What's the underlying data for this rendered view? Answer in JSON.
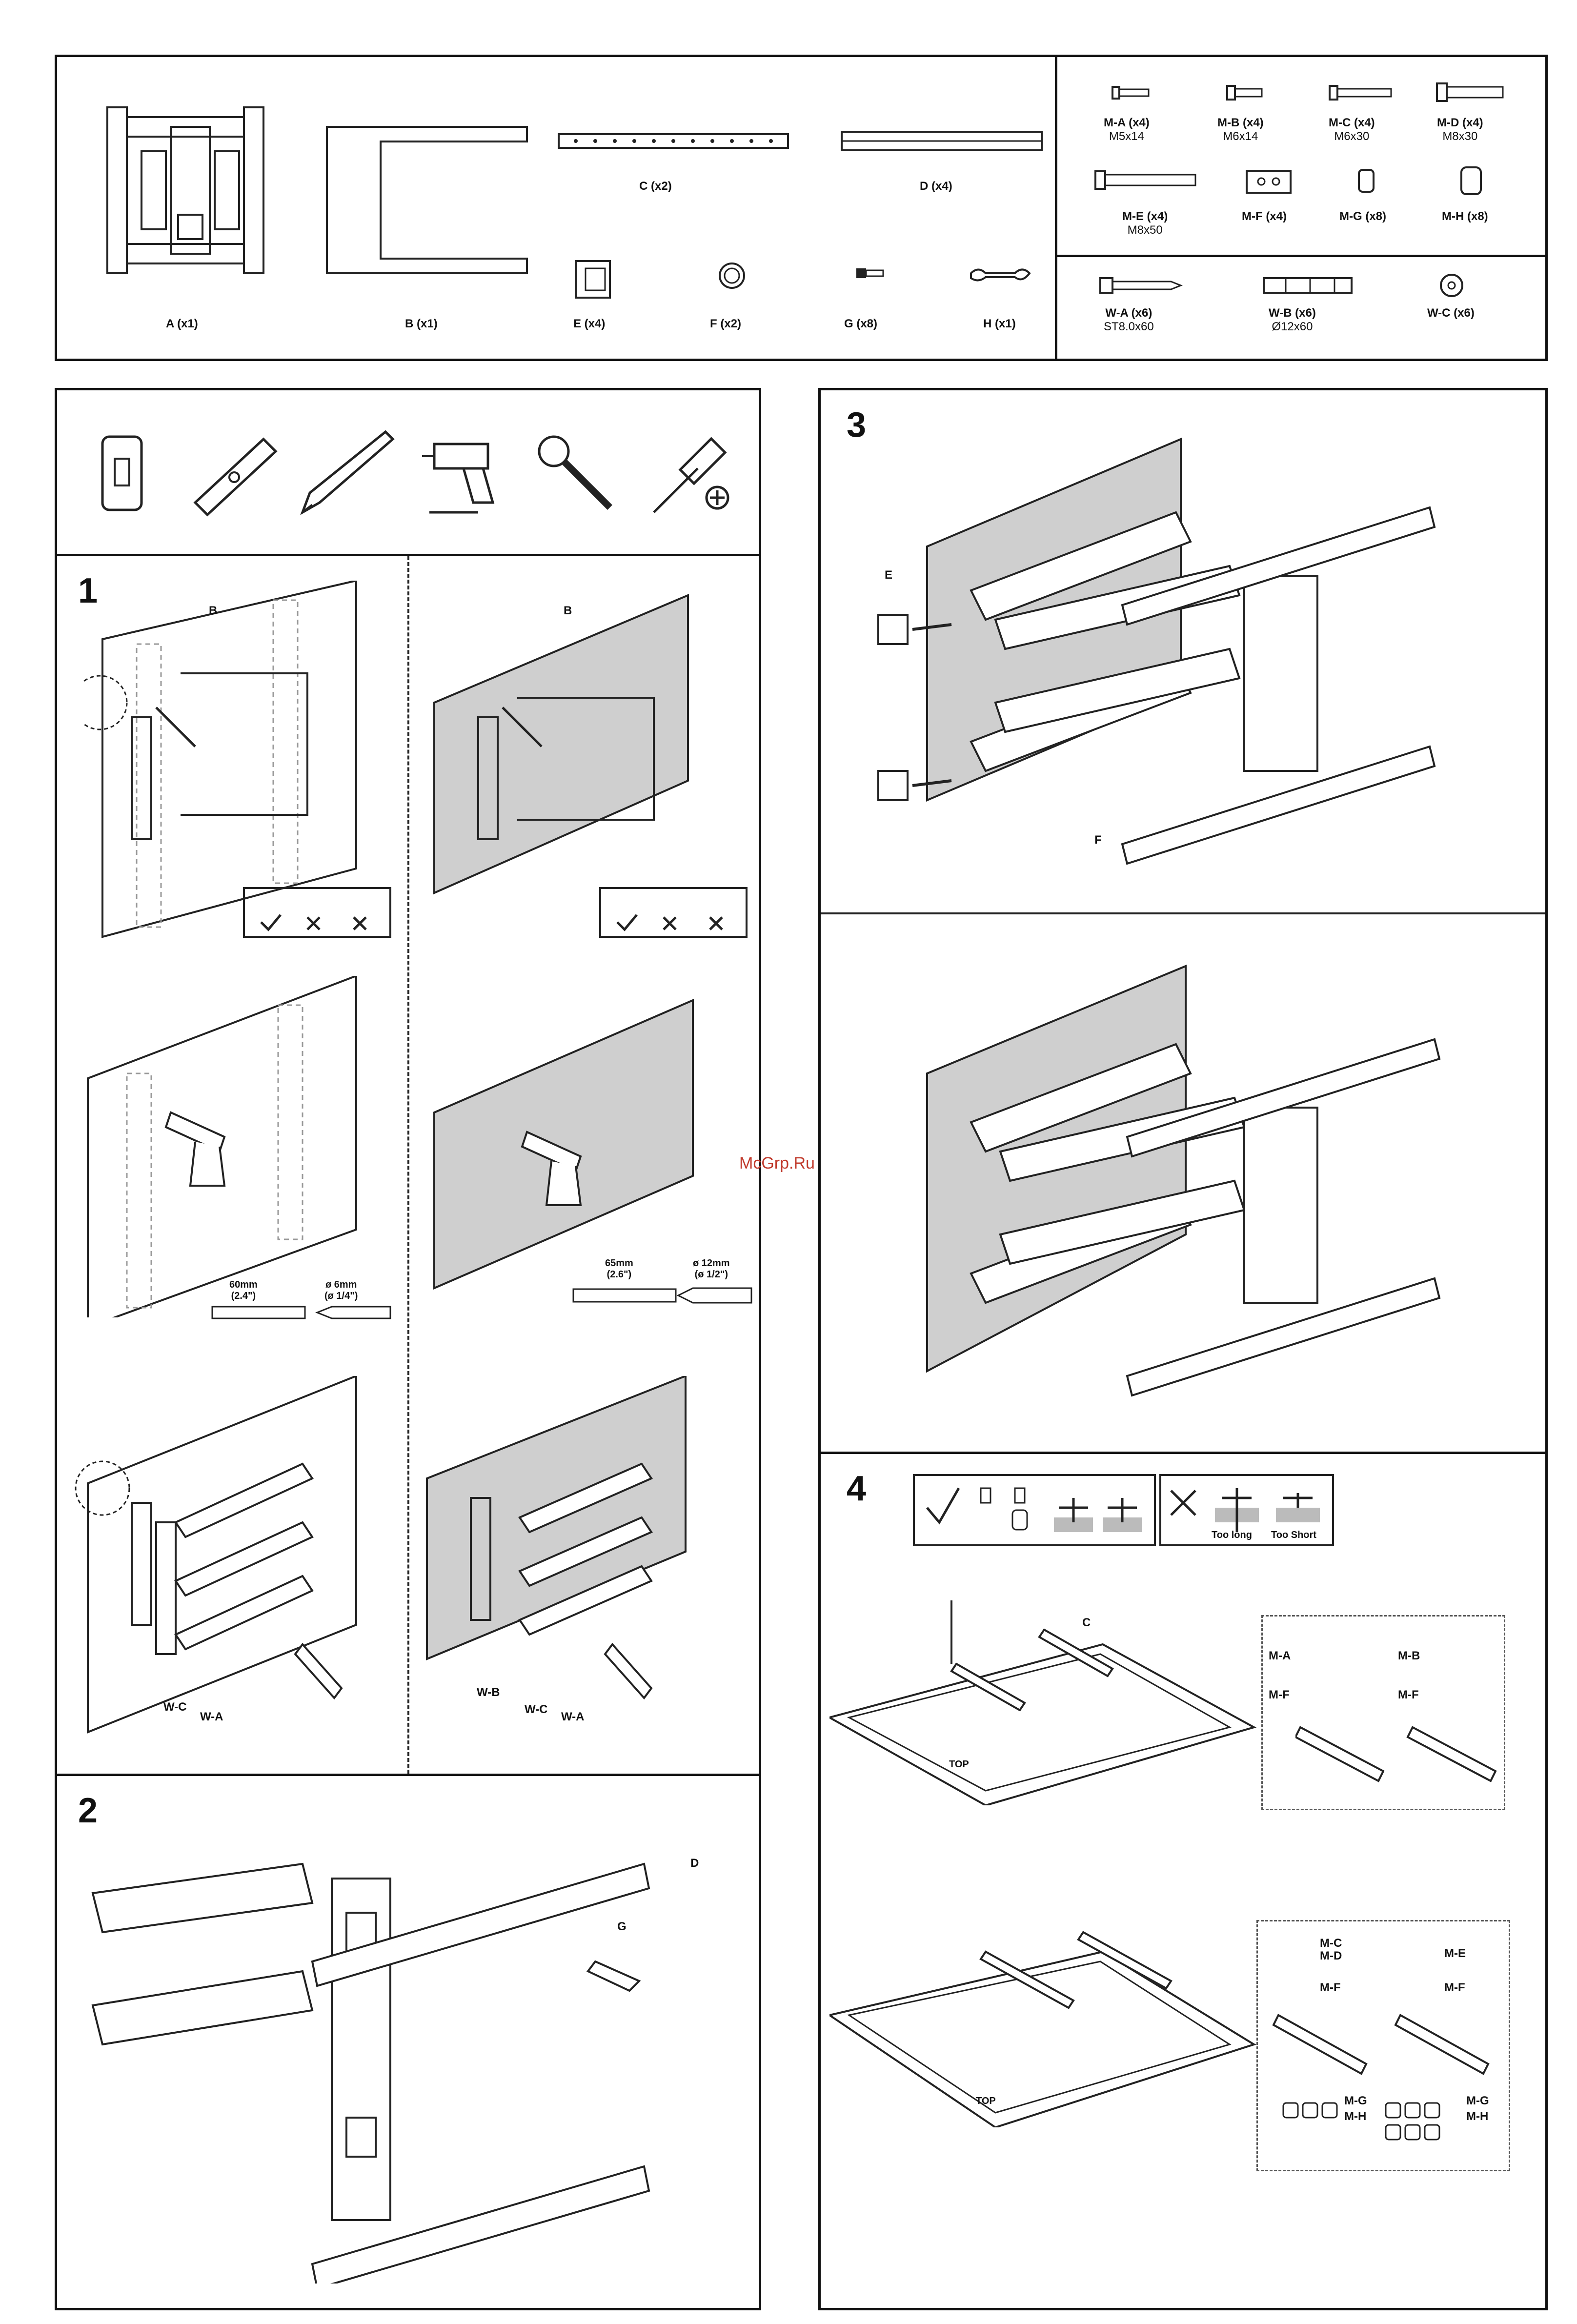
{
  "parts": [
    {
      "label": "A (x1)"
    },
    {
      "label": "B (x1)"
    },
    {
      "label": "C (x2)"
    },
    {
      "label": "D (x4)"
    },
    {
      "label": "E (x4)"
    },
    {
      "label": "F (x2)"
    },
    {
      "label": "G (x8)"
    },
    {
      "label": "H (x1)"
    }
  ],
  "screws_tv": [
    {
      "label": "M-A (x4)",
      "size": "M5x14"
    },
    {
      "label": "M-B (x4)",
      "size": "M6x14"
    },
    {
      "label": "M-C (x4)",
      "size": "M6x30"
    },
    {
      "label": "M-D (x4)",
      "size": "M8x30"
    },
    {
      "label": "M-E (x4)",
      "size": "M8x50"
    },
    {
      "label": "M-F (x4)",
      "size": ""
    },
    {
      "label": "M-G (x8)",
      "size": ""
    },
    {
      "label": "M-H (x8)",
      "size": ""
    }
  ],
  "screws_wall": [
    {
      "label": "W-A (x6)",
      "size": "ST8.0x60"
    },
    {
      "label": "W-B (x6)",
      "size": "Ø12x60"
    },
    {
      "label": "W-C (x6)",
      "size": ""
    }
  ],
  "steps": {
    "s1": "1",
    "s2": "2",
    "s3": "3",
    "s4": "4"
  },
  "step1": {
    "b_left": "B",
    "b_right": "B",
    "drill_left_len": "60mm",
    "drill_left_len_in": "(2.4\")",
    "drill_left_dia": "ø 6mm",
    "drill_left_dia_in": "(ø 1/4\")",
    "drill_right_len": "65mm",
    "drill_right_len_in": "(2.6\")",
    "drill_right_dia": "ø 12mm",
    "drill_right_dia_in": "(ø 1/2\")",
    "wc_left": "W-C",
    "wa_left": "W-A",
    "wb_right": "W-B",
    "wc_right": "W-C",
    "wa_right": "W-A"
  },
  "step2": {
    "d": "D",
    "g": "G"
  },
  "step3": {
    "e": "E",
    "f": "F"
  },
  "step4": {
    "too_long": "Too long",
    "too_short": "Too Short",
    "c": "C",
    "top1": "TOP",
    "top2": "TOP",
    "ma": "M-A",
    "mb": "M-B",
    "mf1": "M-F",
    "mf2": "M-F",
    "mcmd": "M-C\nM-D",
    "me": "M-E",
    "mf3": "M-F",
    "mf4": "M-F",
    "mgmh1": "M-G\nM-H",
    "mgmh2": "M-G\nM-H"
  },
  "watermark": "McGrp.Ru"
}
